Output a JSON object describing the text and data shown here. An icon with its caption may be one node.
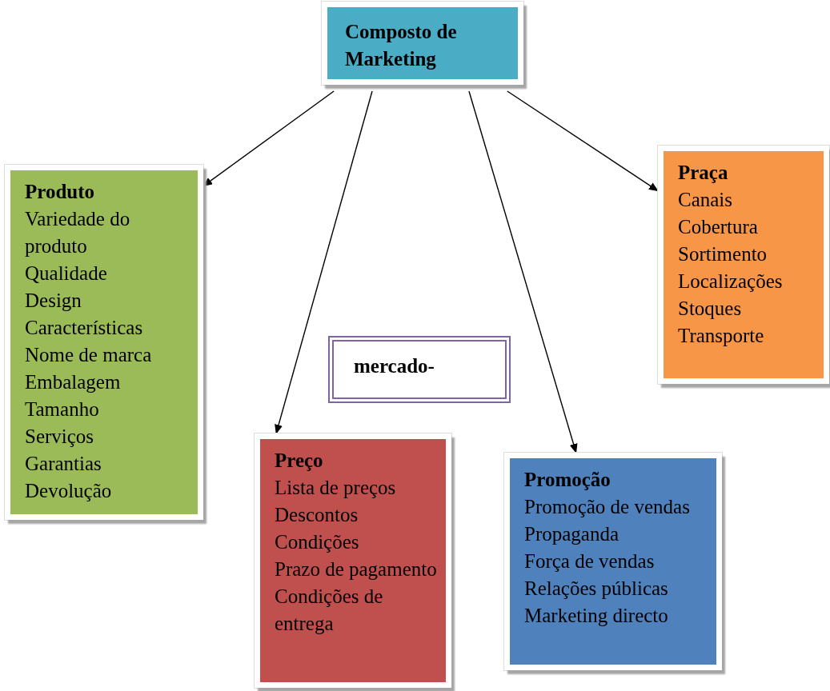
{
  "diagram": {
    "nodes": [
      {
        "text": [
          "Composto de Marketing"
        ]
      },
      {
        "text": [
          "Produto",
          "Variedade do produto",
          "Qualidade",
          "Design",
          "Características",
          "Nome de marca",
          "Embalagem",
          "Tamanho",
          "Serviços",
          "Garantias",
          "Devolução"
        ]
      },
      {
        "text": [
          "Preço",
          "Lista de preços",
          "Descontos",
          "Condições",
          "Prazo de pagamento",
          "Condições de entrega"
        ]
      },
      {
        "text": [
          "Promoção",
          "Promoção de vendas",
          "Propaganda",
          "Força de vendas",
          "Relações públicas",
          "Marketing directo"
        ]
      },
      {
        "text": [
          "Praça",
          "Canais",
          "Cobertura",
          "Sortimento",
          "Localizações",
          "Stoques",
          "Transporte"
        ]
      },
      {
        "text": [
          "mercado-"
        ]
      }
    ],
    "edges": [
      {
        "from": 0,
        "to": 1,
        "arrow": "to"
      },
      {
        "from": 0,
        "to": 2,
        "arrow": "to"
      },
      {
        "from": 0,
        "to": 3,
        "arrow": "to"
      },
      {
        "from": 0,
        "to": 4,
        "arrow": "to"
      }
    ]
  }
}
